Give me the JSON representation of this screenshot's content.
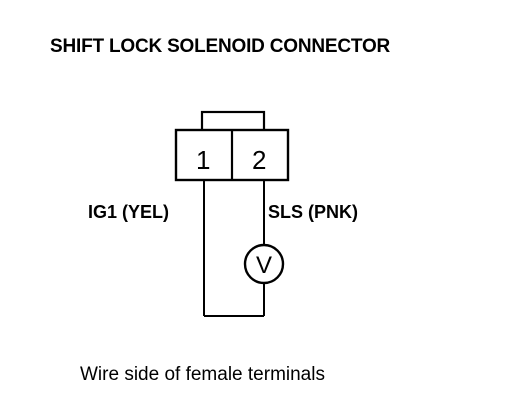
{
  "diagram": {
    "title": "SHIFT LOCK SOLENOID CONNECTOR",
    "terminals": [
      {
        "number": "1",
        "label": "IG1 (YEL)"
      },
      {
        "number": "2",
        "label": "SLS (PNK)"
      }
    ],
    "meter_symbol": "V",
    "caption": "Wire side of female terminals"
  }
}
